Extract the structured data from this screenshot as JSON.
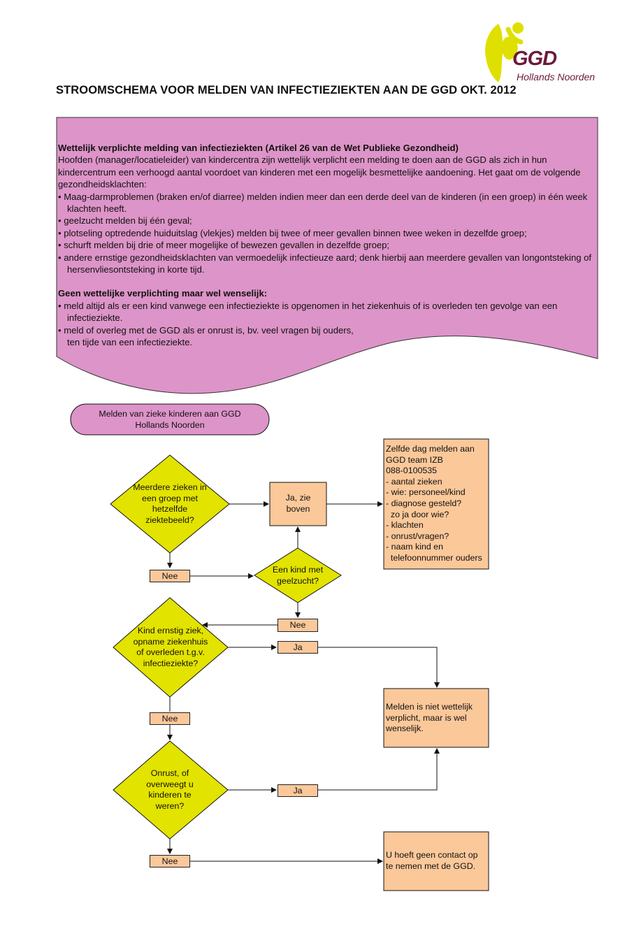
{
  "logo": {
    "name": "GGD",
    "sub": "Hollands Noorden",
    "colors": {
      "figure": "#dfe000",
      "text": "#6b1a3c"
    }
  },
  "title": "STROOMSCHEMA VOOR MELDEN VAN INFECTIEZIEKTEN AAN DE GGD OKT. 2012",
  "info": {
    "heading1": "Wettelijk verplichte melding van infectieziekten (Artikel 26 van de Wet Publieke Gezondheid)",
    "intro": "Hoofden (manager/locatieleider) van kindercentra zijn wettelijk verplicht een melding te doen aan de GGD als zich in hun kindercentrum een verhoogd aantal voordoet van kinderen met een mogelijk besmettelijke aandoening. Het gaat om de volgende gezondheidsklachten:",
    "items": [
      "Maag-darmproblemen (braken en/of diarree) melden indien meer dan een derde deel van de kinderen (in een groep) in één week klachten heeft.",
      "geelzucht melden bij één geval;",
      "plotseling optredende huiduitslag (vlekjes) melden bij twee of meer gevallen binnen twee weken in dezelfde groep;",
      "schurft melden bij drie of meer mogelijke of bewezen gevallen in dezelfde groep;",
      "andere ernstige gezondheidsklachten van vermoedelijk infectieuze aard; denk hierbij aan meerdere gevallen van longontsteking of hersenvliesontsteking in korte tijd."
    ],
    "heading2": "Geen wettelijke verplichting maar wel wenselijk:",
    "items2": [
      "meld altijd als er een kind vanwege een infectieziekte is opgenomen in het ziekenhuis of is overleden ten gevolge van een infectieziekte.",
      "meld of overleg met de GGD als er onrust is, bv. veel vragen bij ouders, ten tijde van een infectieziekte."
    ]
  },
  "flow": {
    "start": "Melden van zieke kinderen aan GGD Hollands Noorden",
    "q1": "Meerdere zieken in een groep met hetzelfde ziektebeeld?",
    "q2": "Een kind met geelzucht?",
    "q3": "Kind ernstig ziek, opname ziekenhuis of overleden t.g.v. infectieziekte?",
    "q4": "Onrust, of overweegt u kinderen te weren?",
    "ja_boven": "Ja, zie boven",
    "ja": "Ja",
    "nee": "Nee",
    "melden_box": {
      "lines": [
        "Zelfde dag melden aan",
        "GGD team IZB",
        "088-0100535"
      ],
      "items": [
        "- aantal zieken",
        "- wie: personeel/kind",
        "- diagnose gesteld?",
        "  zo ja door wie?",
        "- klachten",
        "- onrust/vragen?",
        "- naam kind en",
        "  telefoonnummer ouders"
      ]
    },
    "wenselijk_box": "Melden is niet wettelijk verplicht, maar is wel wenselijk.",
    "geen_contact_box": "U hoeft geen contact op te nemen met de GGD."
  },
  "colors": {
    "info_fill": "#dd94c8",
    "decision_fill": "#e3e300",
    "process_fill": "#fbc89a",
    "start_fill": "#dd94c8"
  }
}
